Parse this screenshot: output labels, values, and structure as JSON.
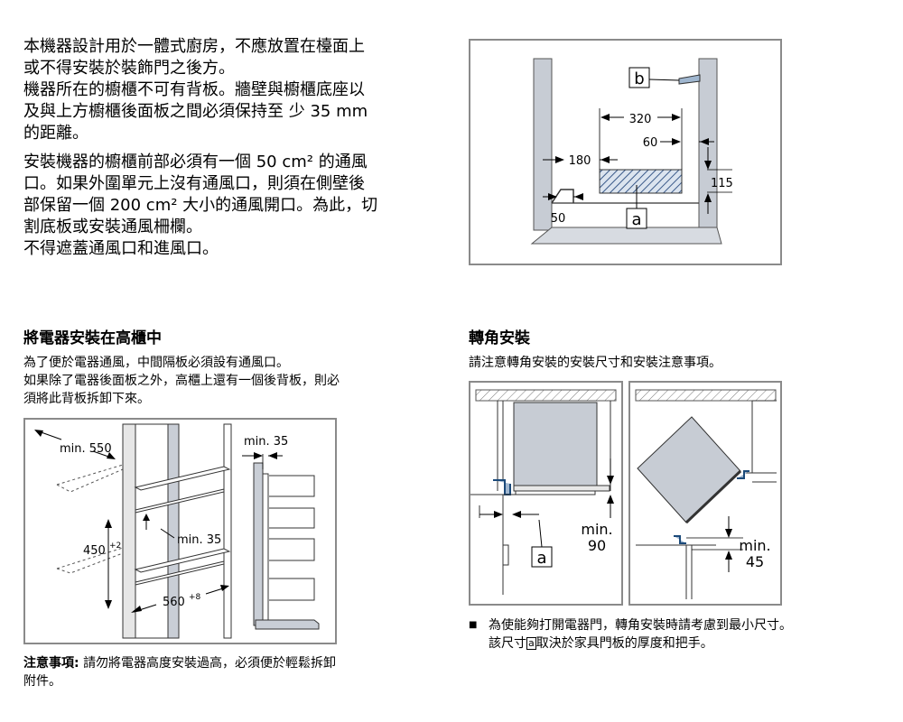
{
  "intro": {
    "p1_l1": "本機器設計用於一體式廚房，不應放置在檯面上",
    "p1_l2": "或不得安裝於裝飾門之後方。",
    "p1_l3": "機器所在的櫥櫃不可有背板。牆壁與櫥櫃底座以",
    "p1_l4": "及與上方櫥櫃後面板之間必須保持至 少 35 mm",
    "p1_l5": "的距離。",
    "p2_l1": "安裝機器的櫥櫃前部必須有一個 50 cm² 的通風",
    "p2_l2": "口。如果外圍單元上沒有通風口，則須在側壁後",
    "p2_l3": "部保留一個 200 cm² 大小的通風開口。為此，切",
    "p2_l4": "割底板或安裝通風柵欄。",
    "p2_l5": "不得遮蓋通風口和進風口。"
  },
  "fig_top": {
    "label_b": "b",
    "label_a": "a",
    "dim_320": "320",
    "dim_60": "60",
    "dim_180": "180",
    "dim_115": "115",
    "dim_50": "50"
  },
  "tall": {
    "heading": "將電器安裝在高櫃中",
    "l1": "為了便於電器通風，中間隔板必須設有通風口。",
    "l2": "如果除了電器後面板之外，高櫃上還有一個後背板，則必",
    "l3": "須將此背板拆卸下來。",
    "fig": {
      "min550": "min. 550",
      "min35_a": "min. 35",
      "min35_b": "min. 35",
      "dim450": "450",
      "sup2": "+2",
      "dim560": "560",
      "sup8": "+8"
    },
    "note_label": "注意事項:",
    "note_l1": "請勿將電器高度安裝過高，必須便於輕鬆拆卸",
    "note_l2": "附件。"
  },
  "corner": {
    "heading": "轉角安裝",
    "intro": "請注意轉角安裝的安裝尺寸和安裝注意事項。",
    "fig": {
      "label_a": "a",
      "min_left": "min.",
      "val_left": "90",
      "min_right": "min.",
      "val_right": "45"
    },
    "bullet_l1": "為使能夠打開電器門，轉角安裝時請考慮到最小尺寸。",
    "bullet_l2_pre": "該尺寸",
    "bullet_l2_box": "a",
    "bullet_l2_post": "取決於家具門板的厚度和把手。"
  }
}
